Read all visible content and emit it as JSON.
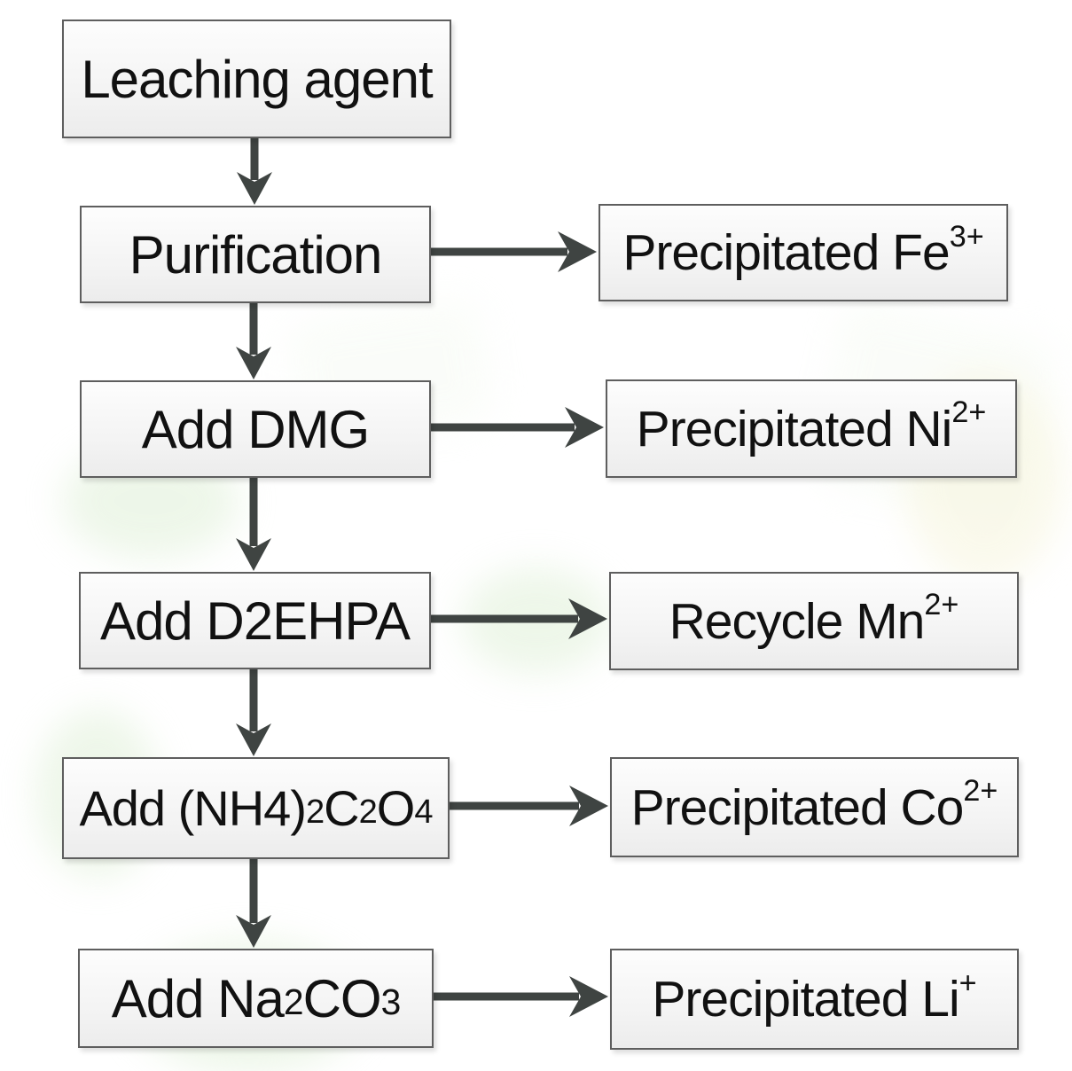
{
  "diagram": {
    "type": "flowchart",
    "boxes": {
      "leaching_agent": {
        "parts": [
          {
            "text": "Leaching agent",
            "style": "normal"
          }
        ]
      },
      "purification": {
        "parts": [
          {
            "text": "Purification",
            "style": "normal"
          }
        ]
      },
      "add_dmg": {
        "parts": [
          {
            "text": "Add DMG",
            "style": "normal"
          }
        ]
      },
      "add_d2ehpa": {
        "parts": [
          {
            "text": "Add D2EHPA",
            "style": "normal"
          }
        ]
      },
      "add_ammonium_oxalate": {
        "parts": [
          {
            "text": "Add (NH4)",
            "style": "normal"
          },
          {
            "text": "2",
            "style": "sub"
          },
          {
            "text": "C",
            "style": "normal"
          },
          {
            "text": "2",
            "style": "sub"
          },
          {
            "text": "O",
            "style": "normal"
          },
          {
            "text": "4",
            "style": "sub"
          }
        ]
      },
      "add_sodium_carbonate": {
        "parts": [
          {
            "text": "Add Na",
            "style": "normal"
          },
          {
            "text": "2",
            "style": "sub"
          },
          {
            "text": "CO",
            "style": "normal"
          },
          {
            "text": "3",
            "style": "sub"
          }
        ]
      },
      "precipitated_fe": {
        "parts": [
          {
            "text": "Precipitated Fe",
            "style": "normal"
          },
          {
            "text": "3+",
            "style": "sup"
          }
        ]
      },
      "precipitated_ni": {
        "parts": [
          {
            "text": "Precipitated Ni",
            "style": "normal"
          },
          {
            "text": "2+",
            "style": "sup"
          }
        ]
      },
      "recycle_mn": {
        "parts": [
          {
            "text": "Recycle Mn",
            "style": "normal"
          },
          {
            "text": "2+",
            "style": "sup"
          }
        ]
      },
      "precipitated_co": {
        "parts": [
          {
            "text": "Precipitated Co",
            "style": "normal"
          },
          {
            "text": "2+",
            "style": "sup"
          }
        ]
      },
      "precipitated_li": {
        "parts": [
          {
            "text": "Precipitated Li",
            "style": "normal"
          },
          {
            "text": "+",
            "style": "sup"
          }
        ]
      }
    },
    "edges": [
      {
        "from": "leaching_agent",
        "to": "purification",
        "direction": "down"
      },
      {
        "from": "purification",
        "to": "add_dmg",
        "direction": "down"
      },
      {
        "from": "add_dmg",
        "to": "add_d2ehpa",
        "direction": "down"
      },
      {
        "from": "add_d2ehpa",
        "to": "add_ammonium_oxalate",
        "direction": "down"
      },
      {
        "from": "add_ammonium_oxalate",
        "to": "add_sodium_carbonate",
        "direction": "down"
      },
      {
        "from": "purification",
        "to": "precipitated_fe",
        "direction": "right"
      },
      {
        "from": "add_dmg",
        "to": "precipitated_ni",
        "direction": "right"
      },
      {
        "from": "add_d2ehpa",
        "to": "recycle_mn",
        "direction": "right"
      },
      {
        "from": "add_ammonium_oxalate",
        "to": "precipitated_co",
        "direction": "right"
      },
      {
        "from": "add_sodium_carbonate",
        "to": "precipitated_li",
        "direction": "right"
      }
    ],
    "colors": {
      "arrow": "#3f4442",
      "box_border": "#5e5e5e",
      "box_fill_top": "#fdfdfd",
      "box_fill_bottom": "#ececec",
      "text": "#111111",
      "background": "#ffffff"
    }
  }
}
